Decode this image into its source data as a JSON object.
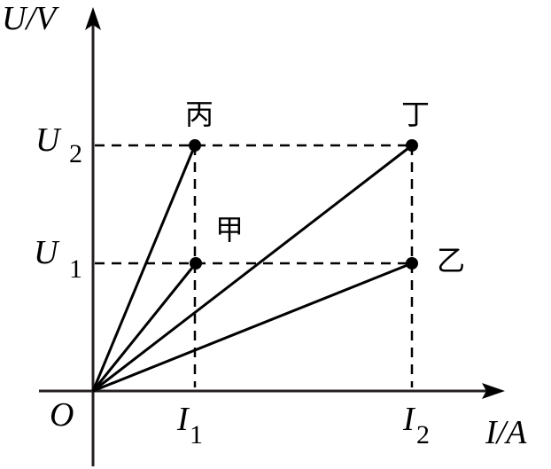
{
  "axes": {
    "y_label": "U/V",
    "x_label": "I/A",
    "origin_label": "O"
  },
  "ticks": {
    "y": [
      {
        "label": "U",
        "sub": "2"
      },
      {
        "label": "U",
        "sub": "1"
      }
    ],
    "x": [
      {
        "label": "I",
        "sub": "1"
      },
      {
        "label": "I",
        "sub": "2"
      }
    ]
  },
  "points": [
    {
      "name": "丙",
      "i": "I1",
      "u": "U2"
    },
    {
      "name": "甲",
      "i": "I1",
      "u": "U1"
    },
    {
      "name": "丁",
      "i": "I2",
      "u": "U2"
    },
    {
      "name": "乙",
      "i": "I2",
      "u": "U1"
    }
  ],
  "chart_data": {
    "type": "line",
    "title": "",
    "xlabel": "I/A",
    "ylabel": "U/V",
    "x_ticks": [
      "I1",
      "I2"
    ],
    "y_ticks": [
      "U1",
      "U2"
    ],
    "series": [
      {
        "name": "丙",
        "x": [
          0,
          1
        ],
        "y": [
          0,
          2
        ]
      },
      {
        "name": "甲",
        "x": [
          0,
          1
        ],
        "y": [
          0,
          1
        ]
      },
      {
        "name": "丁",
        "x": [
          0,
          2
        ],
        "y": [
          0,
          2
        ]
      },
      {
        "name": "乙",
        "x": [
          0,
          2
        ],
        "y": [
          0,
          1
        ]
      }
    ],
    "grid": false,
    "notes": "Four U-I lines through origin; dashed guide lines at I1, I2, U1, U2"
  }
}
